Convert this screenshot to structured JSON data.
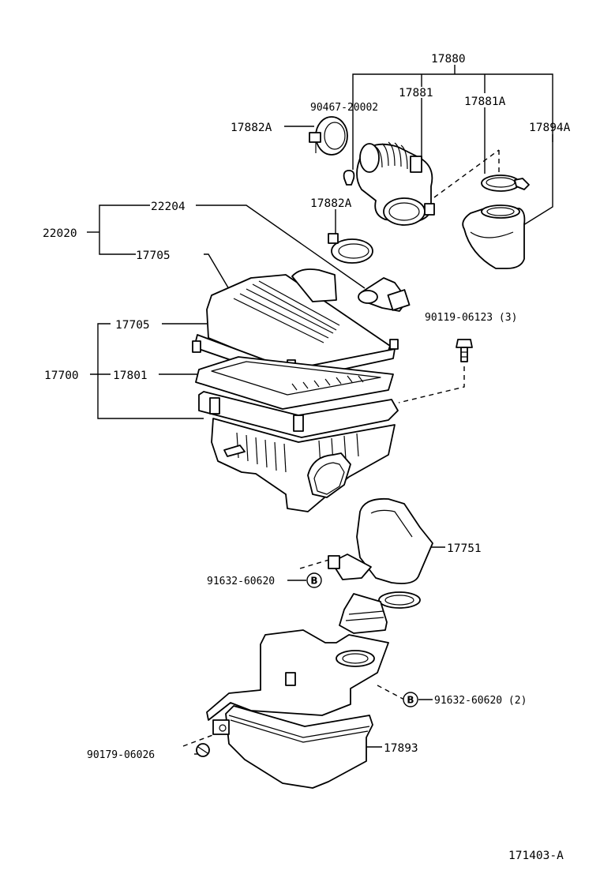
{
  "diagram": {
    "drawing_number": "171403-A",
    "labels": {
      "p17880": "17880",
      "p17881": "17881",
      "p17881A": "17881A",
      "p90467": "90467-20002",
      "p17882A_top": "17882A",
      "p17894A": "17894A",
      "p22204": "22204",
      "p17882A_mid": "17882A",
      "p22020": "22020",
      "p17705_top": "17705",
      "p90119": "90119-06123 (3)",
      "p17705_mid": "17705",
      "p17700": "17700",
      "p17801": "17801",
      "p17751": "17751",
      "p91632_a": "91632-60620",
      "p91632_b": "91632-60620 (2)",
      "p17893": "17893",
      "p90179": "90179-06026"
    },
    "callouts": {
      "b1": "B",
      "b2": "B"
    }
  }
}
